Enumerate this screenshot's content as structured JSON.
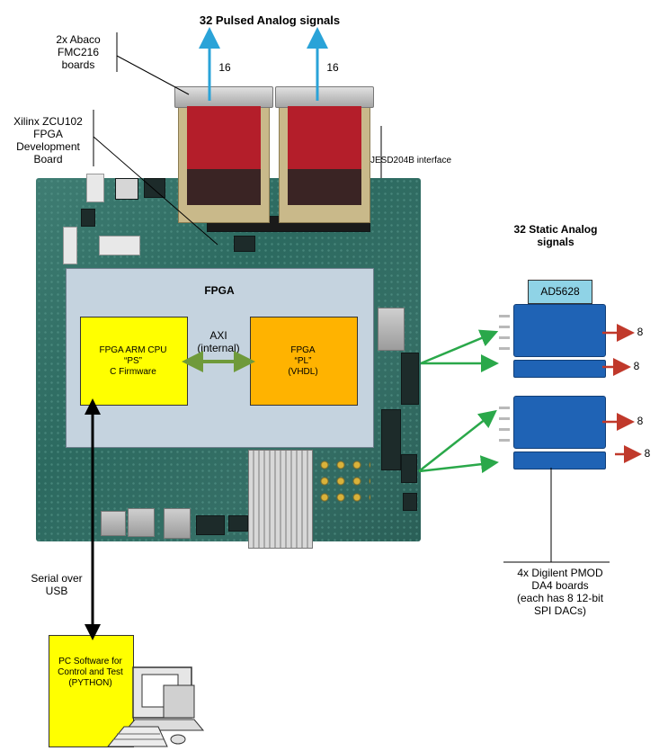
{
  "title_pulsed": "32 Pulsed Analog signals",
  "fmc_label": "2x Abaco FMC216 boards",
  "fmc_label_lines": [
    "2x Abaco",
    "FMC216",
    "boards"
  ],
  "zcu_label_lines": [
    "Xilinx ZCU102",
    "FPGA",
    "Development",
    "Board"
  ],
  "count_left": "16",
  "count_right": "16",
  "jesd_label": "JESD204B interface",
  "fpga_label": "FPGA",
  "cpu_lines": [
    "FPGA ARM CPU",
    "“PS”",
    "C Firmware"
  ],
  "axi_lines": [
    "AXI",
    "(internal)"
  ],
  "pl_lines": [
    "FPGA",
    "“PL”",
    "(VHDL)"
  ],
  "static_title_lines": [
    "32 Static Analog",
    "signals"
  ],
  "ad_label": "AD5628",
  "dac_counts": [
    "8",
    "8",
    "8",
    "8"
  ],
  "digilent_lines": [
    "4x Digilent PMOD",
    "DA4 boards",
    "(each has 8 12-bit",
    "SPI DACs)"
  ],
  "serial_lines": [
    "Serial over",
    "USB"
  ],
  "pc_lines": [
    "PC Software for",
    "Control and Test",
    "(PYTHON)"
  ],
  "colors": {
    "arrow_blue": "#2aa3d8",
    "arrow_green": "#2aa84a",
    "arrow_red": "#c0392b",
    "axi_green": "#6f9a3a",
    "fpga_fill": "#c5d3df",
    "cpu_fill": "#ffff00",
    "pl_fill": "#ffb300"
  },
  "icons": [
    "pcb-board",
    "fmc-board",
    "pmod-board",
    "computer-icon"
  ]
}
